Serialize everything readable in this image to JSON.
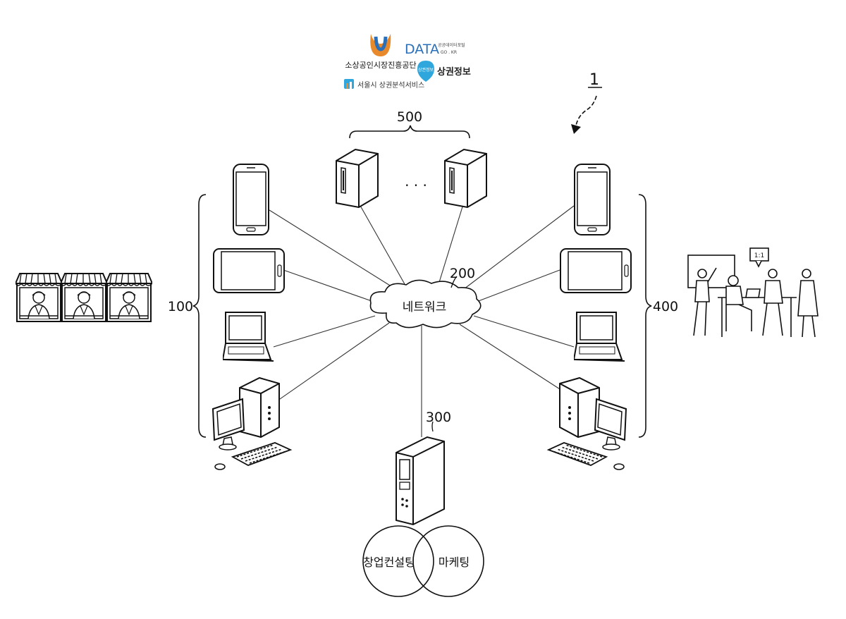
{
  "logos": {
    "semas": "소상공인시장진흥공단",
    "data_main": "DATA",
    "data_sub_kr": "공공데이터포털",
    "data_sub_en": ". GO . KR",
    "commercial_info": "상권정보",
    "commercial_badge": "상권정보",
    "seoul_service": "서울시 상권분석서비스",
    "colors": {
      "orange": "#e8892b",
      "blue": "#2a6fba",
      "sky": "#2fa6dc",
      "gray": "#444444"
    }
  },
  "labels": {
    "system": "1",
    "shop_group": "100",
    "network_label": "200",
    "network_text": "네트워크",
    "consult_server": "300",
    "expert_group": "400",
    "data_servers": "500",
    "ellipsis": ". . .",
    "consulting": "창업컨설팅",
    "marketing": "마케팅",
    "meeting_bubble": "1:1"
  },
  "icons": {
    "shops": [
      "shop-stall-icon",
      "shop-stall-icon",
      "shop-stall-icon"
    ],
    "left_devices": [
      "smartphone-icon",
      "tablet-icon",
      "laptop-icon",
      "desktop-pc-icon"
    ],
    "right_devices": [
      "smartphone-icon",
      "tablet-icon",
      "laptop-icon",
      "desktop-pc-icon"
    ],
    "servers": [
      "server-tower-icon",
      "server-tower-icon"
    ],
    "consult_server": "server-tower-icon",
    "experts": "consultants-meeting-icon"
  }
}
